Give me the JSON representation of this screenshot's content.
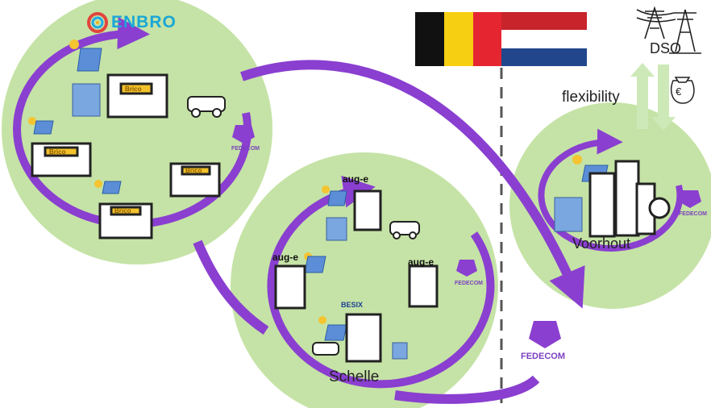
{
  "labels": {
    "enbro": "ENBRO",
    "dso": "DSO",
    "flexibility": "flexibility",
    "voorhout": "Voorhout",
    "schelle": "Schelle",
    "fedecom": "FEDECOM",
    "aug_e": "aug-e",
    "besix": "BESIX",
    "britco": "Brico",
    "euro": "€"
  },
  "colors": {
    "circle_fill": "#c5e3a6",
    "arrow_purple": "#8a3fd0",
    "flex_arrow": "#cde9b8",
    "building": "#3a3a3a",
    "solar": "#5b8ed6",
    "battery": "#7aa7e0"
  },
  "flags": {
    "belgium": [
      "#111111",
      "#f6cf12",
      "#e52631"
    ],
    "netherlands": [
      "#c8242b",
      "#ffffff",
      "#21468b"
    ]
  },
  "icons": [
    "enbro-logo-icon",
    "solar-panel-icon",
    "store-icon",
    "ev-car-icon",
    "battery-icon",
    "office-building-icon",
    "city-skyline-icon",
    "power-pylon-icon",
    "money-bag-icon",
    "fedecom-logo-icon",
    "sun-icon"
  ]
}
